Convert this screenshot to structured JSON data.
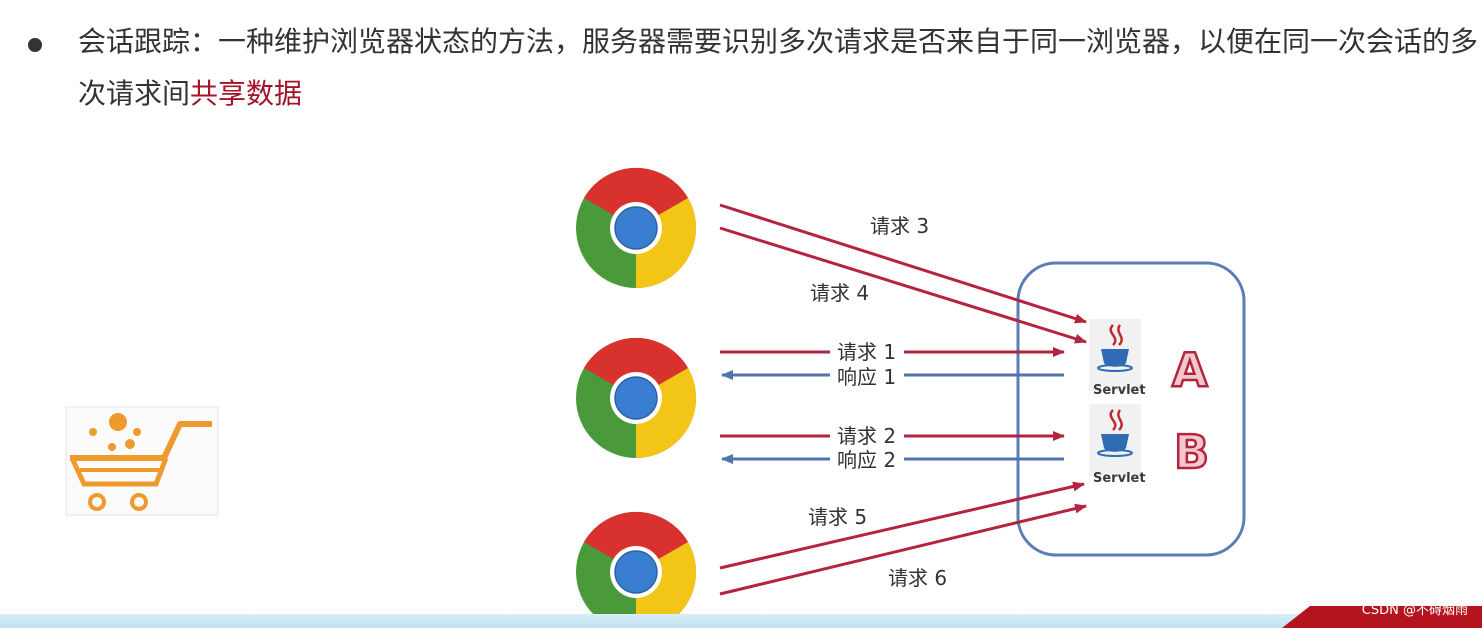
{
  "bullet": {
    "text_main": "会话跟踪：一种维护浏览器状态的方法，服务器需要识别多次请求是否来自于同一浏览器，以便在同一次会话的多次请求间",
    "text_highlight": "共享数据"
  },
  "arrows": {
    "req3": "请求 3",
    "req4": "请求 4",
    "req1": "请求 1",
    "resp1": "响应 1",
    "req2": "请求 2",
    "resp2": "响应 2",
    "req5": "请求 5",
    "req6": "请求 6"
  },
  "servers": {
    "a_letter": "A",
    "b_letter": "B",
    "servlet_label": "Servlet"
  },
  "icons": {
    "browser": "chrome-icon",
    "cart": "shopping-cart-icon",
    "java": "java-cup-icon"
  },
  "colors": {
    "request_arrow": "#b4233f",
    "response_arrow": "#5173b0",
    "server_box": "#5b7db8",
    "highlight": "#a3142b",
    "cart": "#ef9a2e"
  },
  "footer": {
    "watermark": "CSDN @不碍烟雨"
  }
}
